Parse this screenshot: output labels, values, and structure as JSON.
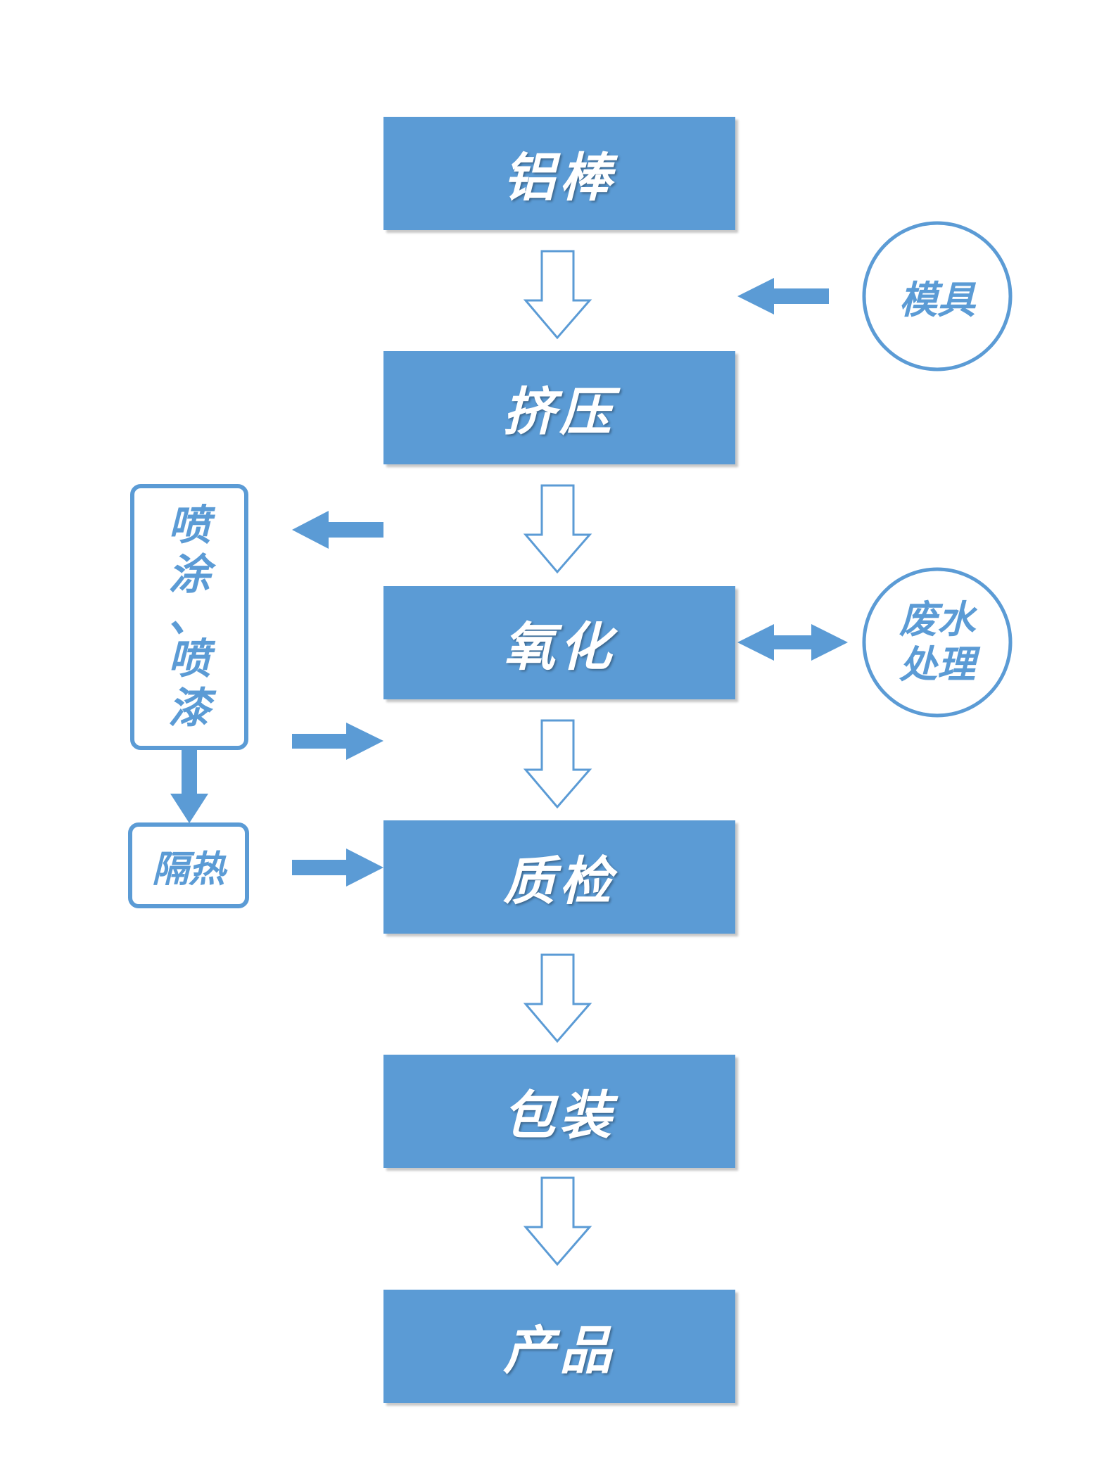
{
  "steps": [
    "铝棒",
    "挤压",
    "氧化",
    "质检",
    "包装",
    "产品"
  ],
  "side": {
    "mold": "模具",
    "spray_col": [
      "喷",
      "涂",
      "、",
      "喷",
      "漆"
    ],
    "insulation": "隔热",
    "wastewater_line1": "废水",
    "wastewater_line2": "处理"
  },
  "colors": {
    "accent": "#5b9bd5",
    "text_on_accent": "#ffffff",
    "background": "#ffffff"
  }
}
